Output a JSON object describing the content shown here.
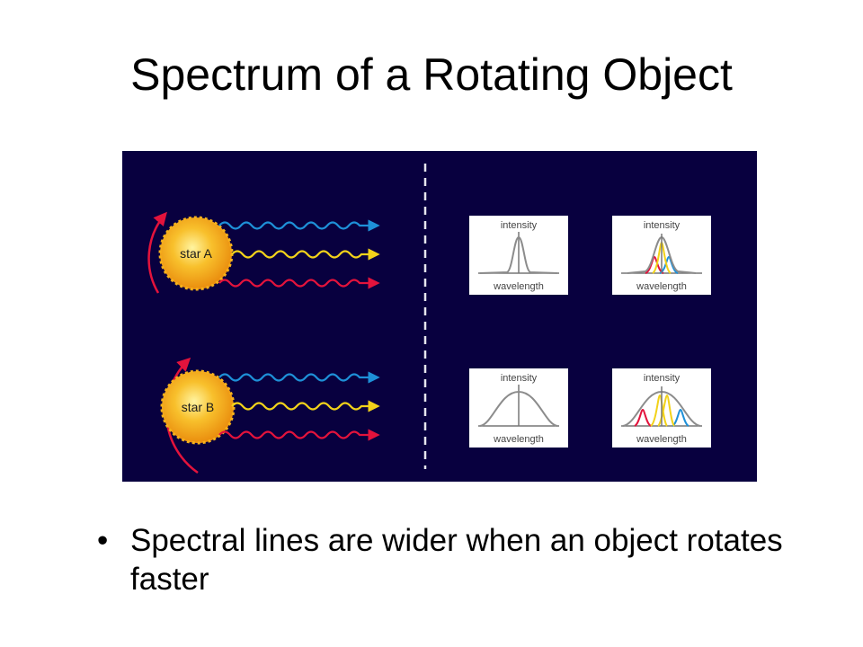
{
  "slide": {
    "title": "Spectrum of a Rotating Object",
    "bullet_text": "Spectral lines are wider when an object rotates faster"
  },
  "diagram": {
    "star_a_label": "star A",
    "star_b_label": "star B",
    "graph_y_label": "intensity",
    "graph_x_label": "wavelength"
  },
  "colors": {
    "panel_background": "#08003f",
    "star": "#f6b21c",
    "blue_wave": "#1e90d8",
    "yellow_wave": "#f2d21a",
    "red_wave": "#e3133c",
    "graph_curve": "#8c8c8c"
  }
}
